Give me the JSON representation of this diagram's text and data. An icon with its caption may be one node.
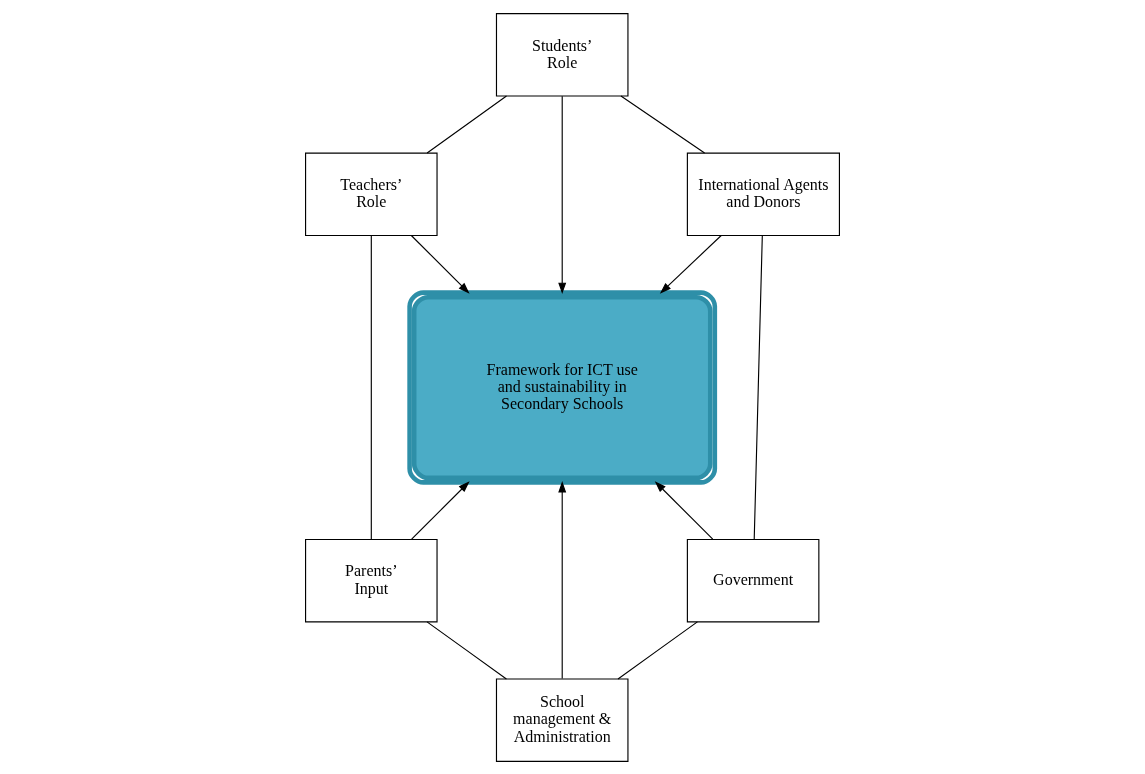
{
  "diagram": {
    "nodes": [
      {
        "text": [
          "Students’ Role"
        ]
      },
      {
        "text": [
          "Teachers’ Role"
        ]
      },
      {
        "text": [
          "International Agents and Donors"
        ]
      },
      {
        "text": [
          "Framework for ICT use and sustainability in Secondary Schools"
        ]
      },
      {
        "text": [
          "Government"
        ]
      },
      {
        "text": [
          "Parents’ Input"
        ]
      },
      {
        "text": [
          "School management & Administration"
        ]
      }
    ],
    "edges": [
      {
        "from": 0,
        "to": 3,
        "arrow": "to"
      },
      {
        "from": 2,
        "to": 3,
        "arrow": "to"
      },
      {
        "from": 1,
        "to": 3,
        "arrow": "to"
      },
      {
        "from": 4,
        "to": 3,
        "arrow": "to"
      },
      {
        "from": 6,
        "to": 3,
        "arrow": "to"
      },
      {
        "from": 5,
        "to": 3,
        "arrow": "to"
      },
      {
        "from": 2,
        "to": 0,
        "arrow": "none"
      },
      {
        "from": 0,
        "to": 1,
        "arrow": "none"
      },
      {
        "from": 2,
        "to": 4,
        "arrow": "none"
      },
      {
        "from": 1,
        "to": 5,
        "arrow": "none"
      },
      {
        "from": 4,
        "to": 6,
        "arrow": "none"
      },
      {
        "from": 6,
        "to": 5,
        "arrow": "none"
      }
    ]
  }
}
